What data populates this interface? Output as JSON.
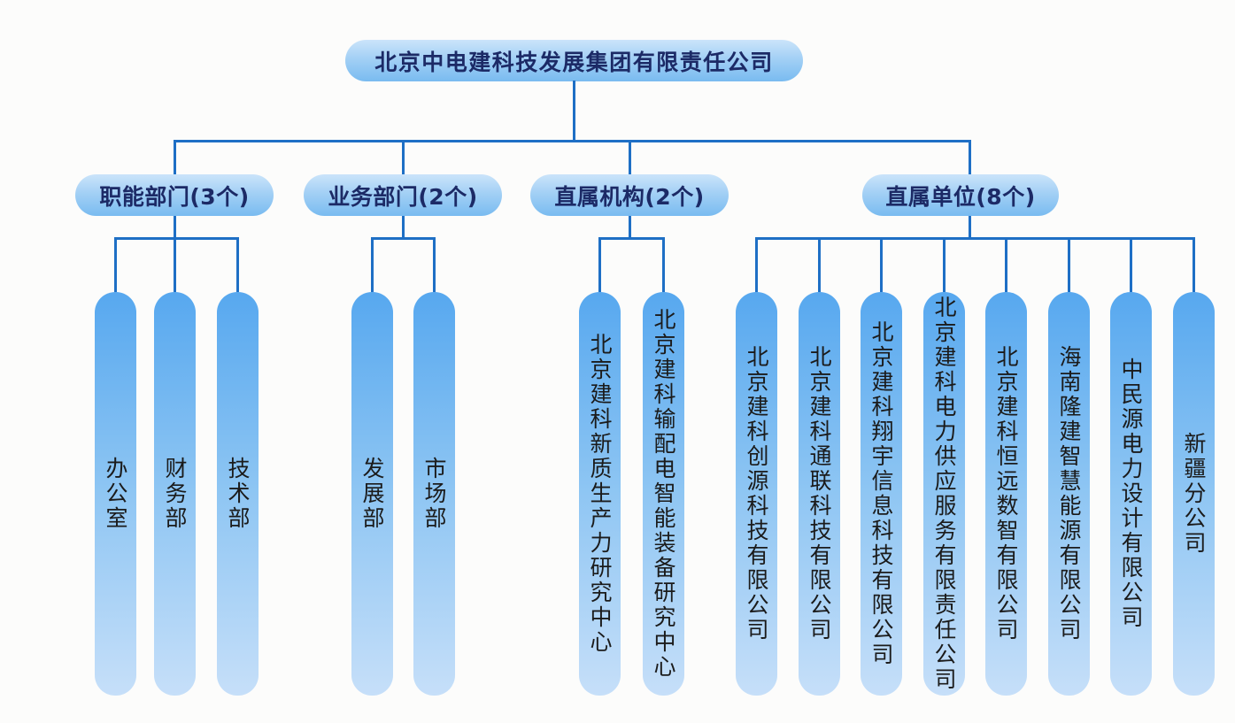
{
  "org": {
    "root": "北京中电建科技发展集团有限责任公司",
    "groups": [
      {
        "label": "职能部门(3个)",
        "children": [
          "办公室",
          "财务部",
          "技术部"
        ]
      },
      {
        "label": "业务部门(2个)",
        "children": [
          "发展部",
          "市场部"
        ]
      },
      {
        "label": "直属机构(2个)",
        "children": [
          "北京建科新质生产力研究中心",
          "北京建科输配电智能装备研究中心"
        ]
      },
      {
        "label": "直属单位(8个)",
        "children": [
          "北京建科创源科技有限公司",
          "北京建科通联科技有限公司",
          "北京建科翔宇信息科技有限公司",
          "北京建科电力供应服务有限责任公司",
          "北京建科恒远数智有限公司",
          "海南隆建智慧能源有限公司",
          "中民源电力设计有限公司",
          "新疆分公司"
        ]
      }
    ]
  },
  "colors": {
    "connector": "#1e6fc5",
    "node_text": "#1c2a66",
    "branch_text": "#1b1b1b",
    "node_gradient_top": "#cbe4fa",
    "node_gradient_bottom": "#79bbf0",
    "branch_gradient_top": "#57a8ef",
    "branch_gradient_bottom": "#c6dff9",
    "background": "#fcfcfb"
  }
}
